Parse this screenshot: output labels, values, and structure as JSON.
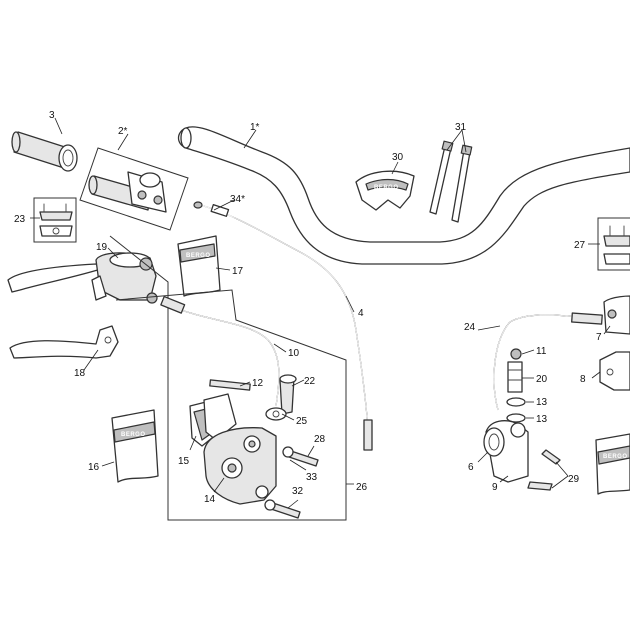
{
  "callouts": {
    "c1": "1*",
    "c2": "2*",
    "c3": "3",
    "c4": "4",
    "c6": "6",
    "c7": "7",
    "c8": "8",
    "c9": "9",
    "c10": "10",
    "c11": "11",
    "c12": "12",
    "c13a": "13",
    "c13b": "13",
    "c14": "14",
    "c15": "15",
    "c16": "16",
    "c17": "17",
    "c18": "18",
    "c19": "19",
    "c20": "20",
    "c22": "22",
    "c23": "23",
    "c24": "24",
    "c25": "25",
    "c26": "26",
    "c27": "27",
    "c28": "28",
    "c29": "29",
    "c30": "30",
    "c31": "31",
    "c32": "32",
    "c33": "33",
    "c34": "34*"
  },
  "brand_text": "BERGO",
  "colors": {
    "line": "#333333",
    "background": "#ffffff",
    "shade": "#e6e6e6",
    "dark_shade": "#bfbfbf"
  }
}
